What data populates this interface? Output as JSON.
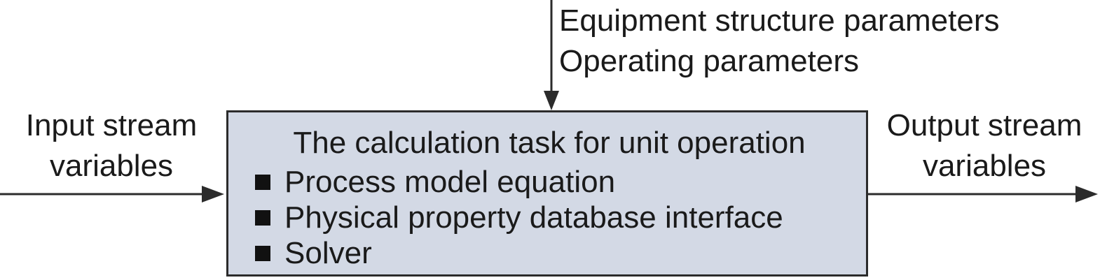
{
  "top_inputs": [
    "Equipment structure parameters",
    "Operating parameters"
  ],
  "input_label": [
    "Input stream",
    "variables"
  ],
  "output_label": [
    "Output stream",
    "variables"
  ],
  "task_box": {
    "title": "The calculation task for unit operation",
    "items": [
      "Process model equation",
      "Physical property database interface",
      "Solver"
    ]
  },
  "colors": {
    "box_fill": "#d3d9e5",
    "stroke": "#2b2b2b",
    "text": "#1a1a1a"
  }
}
